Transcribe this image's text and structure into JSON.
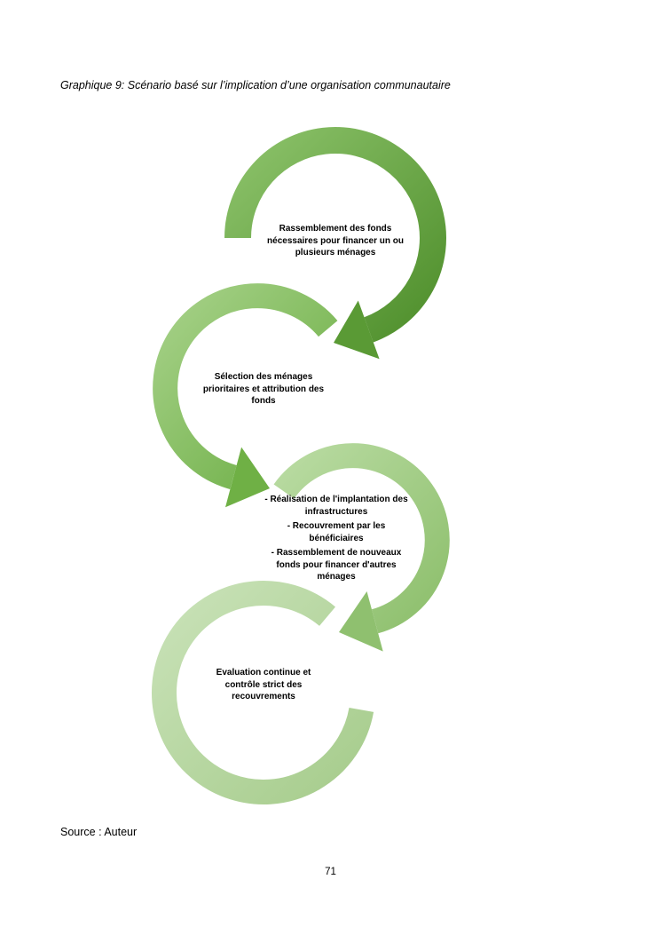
{
  "caption": "Graphique 9: Scénario basé sur l’implication d’une organisation communautaire",
  "diagram": {
    "steps": [
      {
        "lines": [
          "Rassemblement des fonds nécessaires pour financer un ou plusieurs ménages"
        ]
      },
      {
        "lines": [
          "Sélection des ménages prioritaires et attribution des fonds"
        ]
      },
      {
        "lines": [
          "- Réalisation de l'implantation des infrastructures",
          "- Recouvrement par les bénéficiaires",
          "- Rassemblement de nouveaux fonds pour financer d'autres ménages"
        ]
      },
      {
        "lines": [
          "Evaluation continue et contrôle strict des recouvrements"
        ]
      }
    ],
    "colors": [
      "#5f9e3b",
      "#7cb953",
      "#98c47a",
      "#b4d49d"
    ]
  },
  "source": "Source : Auteur",
  "page_number": "71"
}
